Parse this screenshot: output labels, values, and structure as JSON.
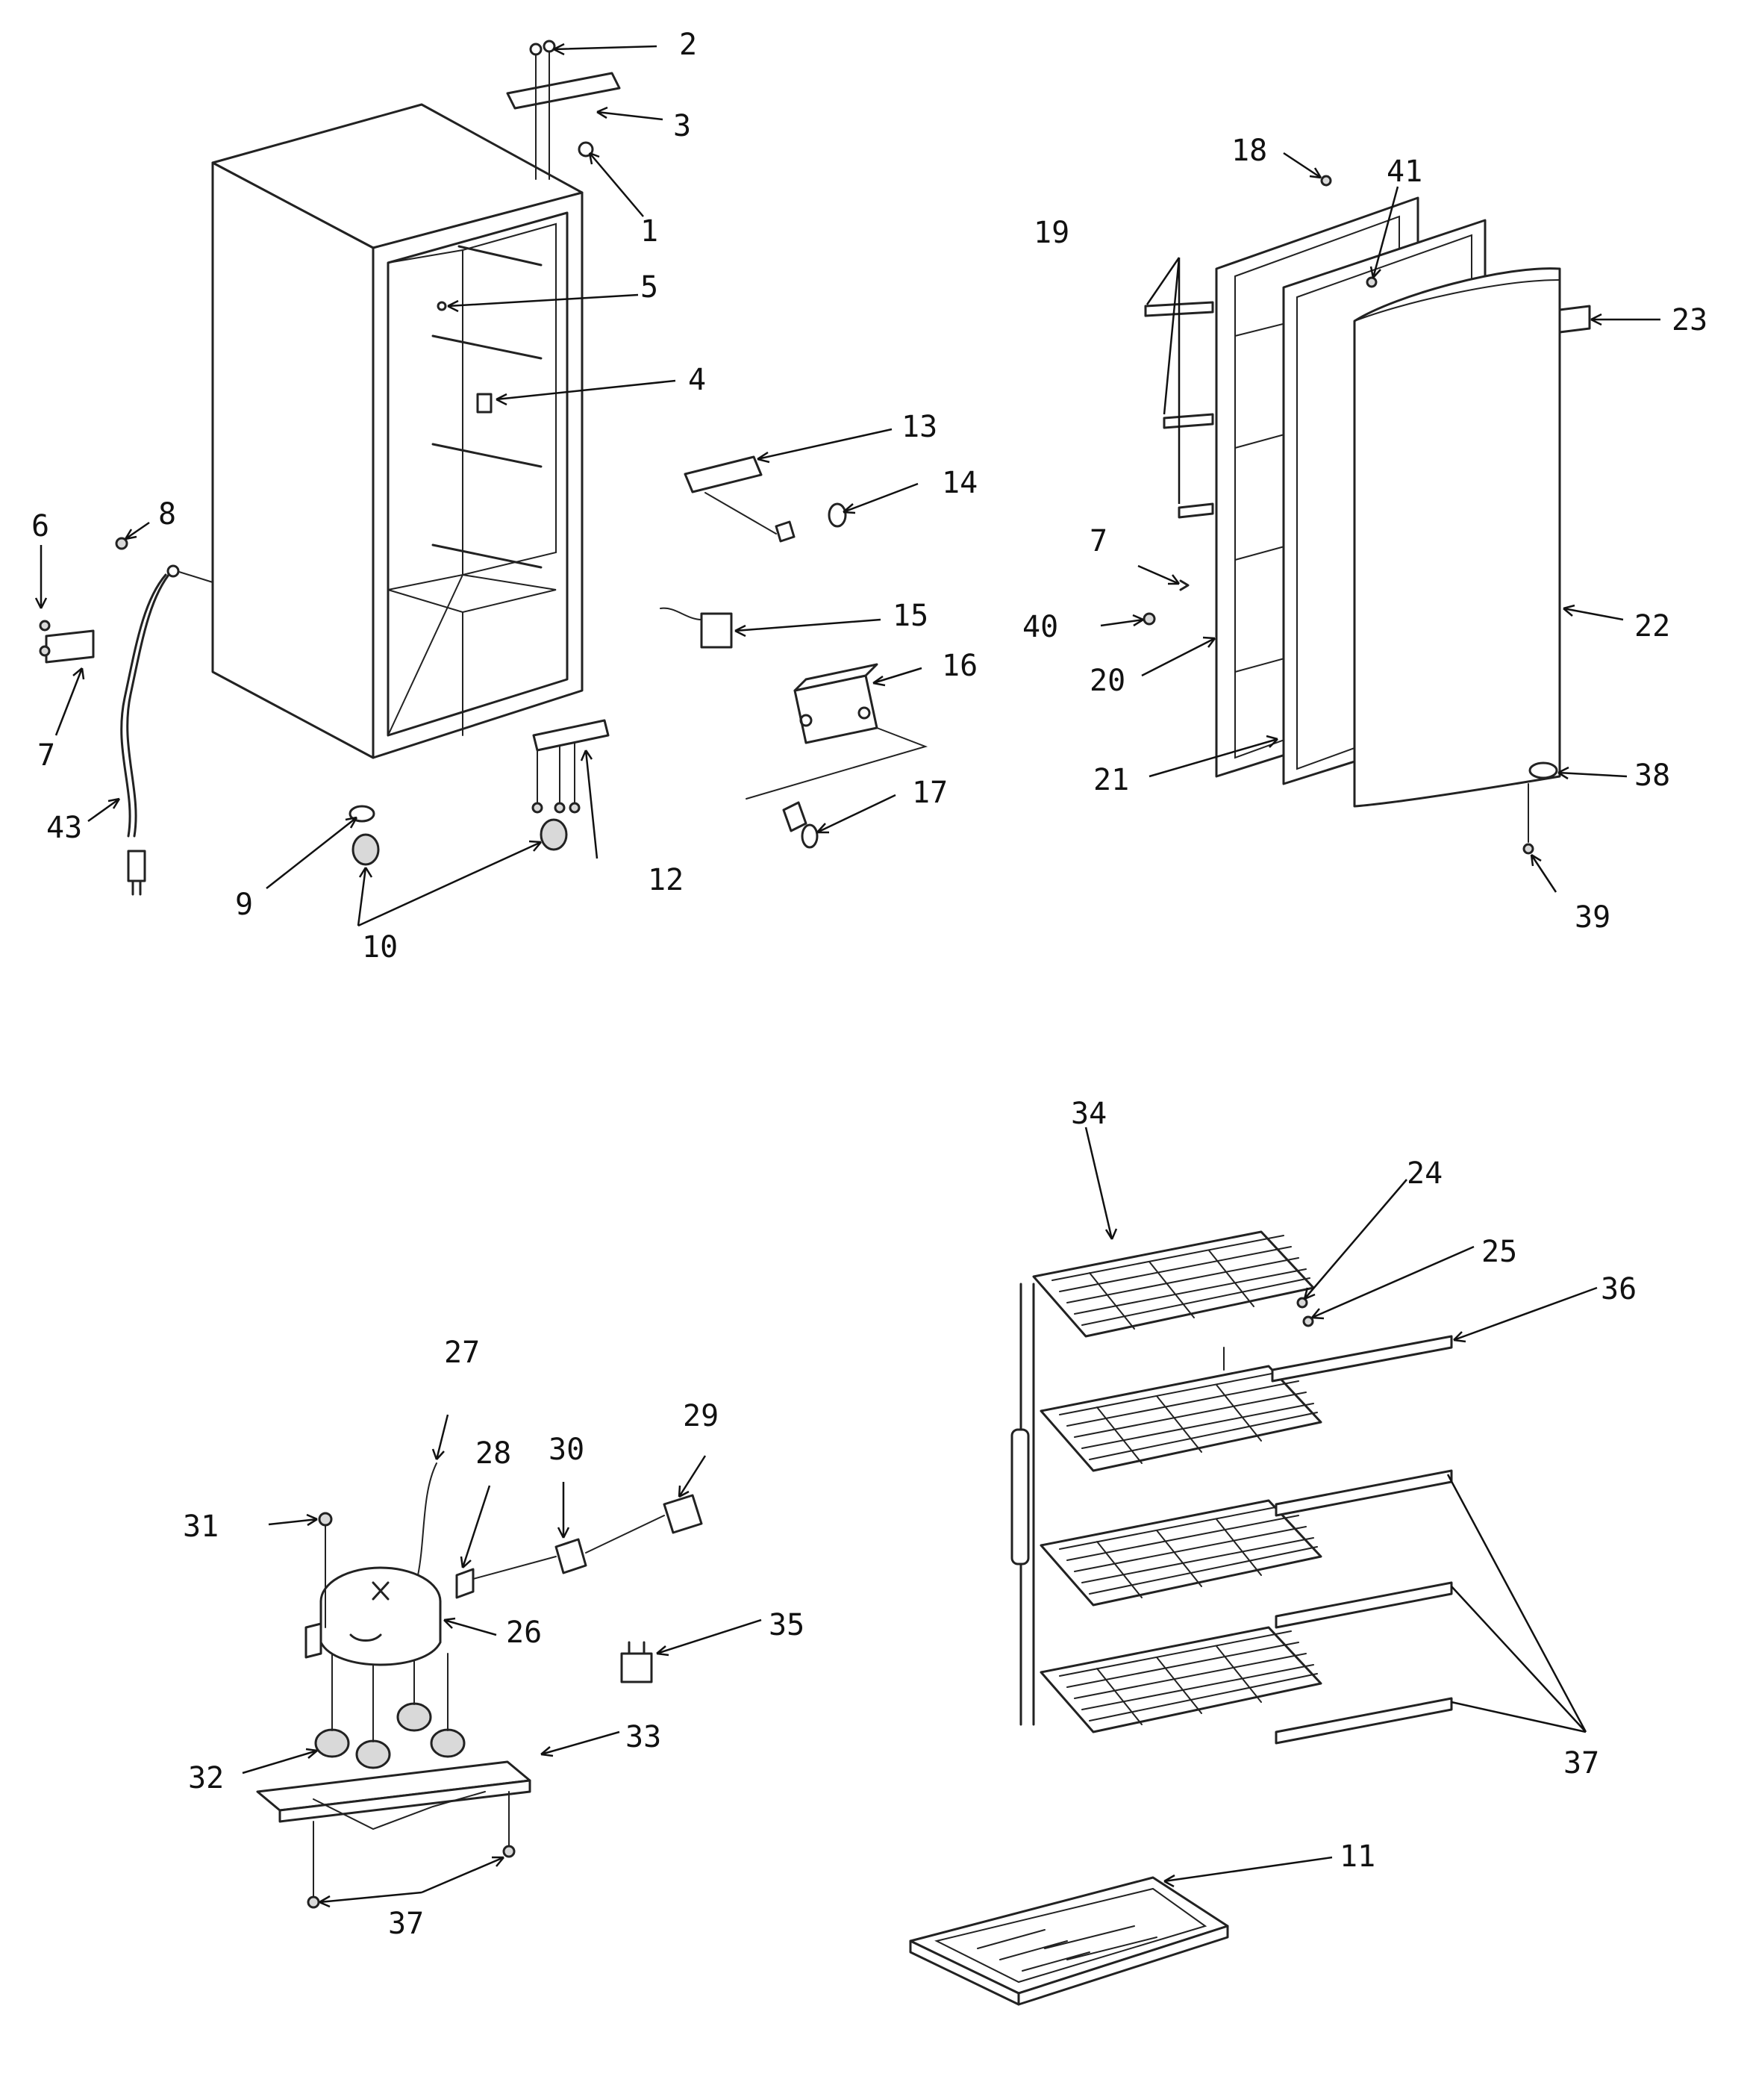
{
  "labels": {
    "l1": "1",
    "l2": "2",
    "l3": "3",
    "l4": "4",
    "l5": "5",
    "l6": "6",
    "l7a": "7",
    "l7b": "7",
    "l8": "8",
    "l9": "9",
    "l10": "10",
    "l11": "11",
    "l12": "12",
    "l13": "13",
    "l14": "14",
    "l15": "15",
    "l16": "16",
    "l17": "17",
    "l18": "18",
    "l19": "19",
    "l20": "20",
    "l21": "21",
    "l22": "22",
    "l23": "23",
    "l24": "24",
    "l25": "25",
    "l26": "26",
    "l27": "27",
    "l28": "28",
    "l29": "29",
    "l30": "30",
    "l31": "31",
    "l32": "32",
    "l33": "33",
    "l34": "34",
    "l35": "35",
    "l36": "36",
    "l37a": "37",
    "l37b": "37",
    "l38": "38",
    "l39": "39",
    "l40": "40",
    "l41": "41",
    "l43": "43"
  },
  "colors": {
    "line": "#222222",
    "background": "#ffffff"
  }
}
